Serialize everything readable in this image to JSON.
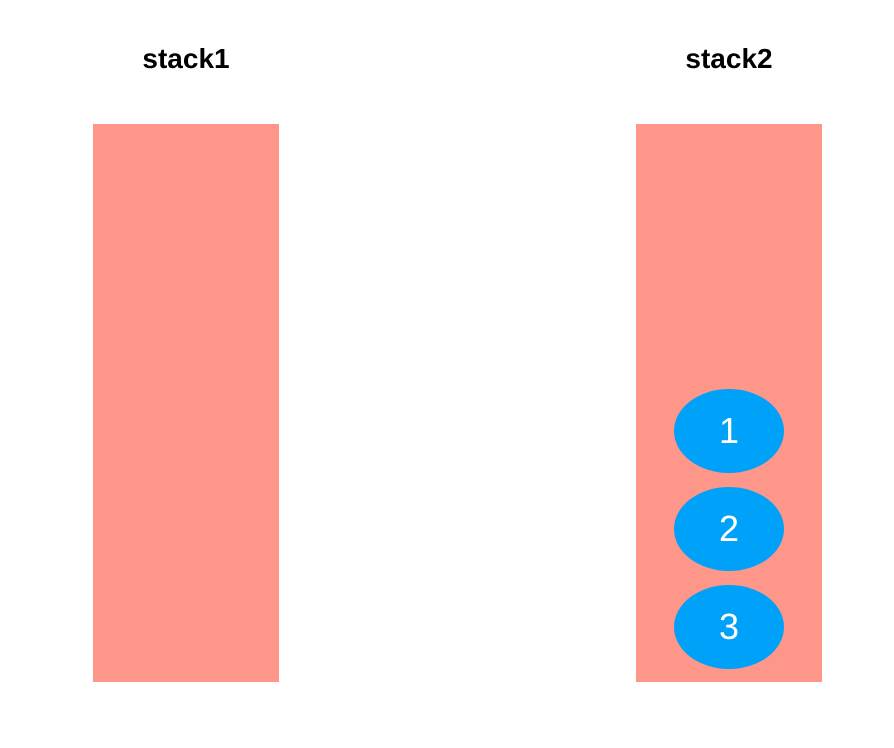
{
  "diagram": {
    "background": "#ffffff",
    "colors": {
      "stack_fill": "#ff968a",
      "item_fill": "#00a1f8",
      "item_text": "#ffffff",
      "title_text": "#000000"
    },
    "stacks": [
      {
        "label": "stack1",
        "items": []
      },
      {
        "label": "stack2",
        "items": [
          {
            "label": "1"
          },
          {
            "label": "2"
          },
          {
            "label": "3"
          }
        ]
      }
    ]
  }
}
